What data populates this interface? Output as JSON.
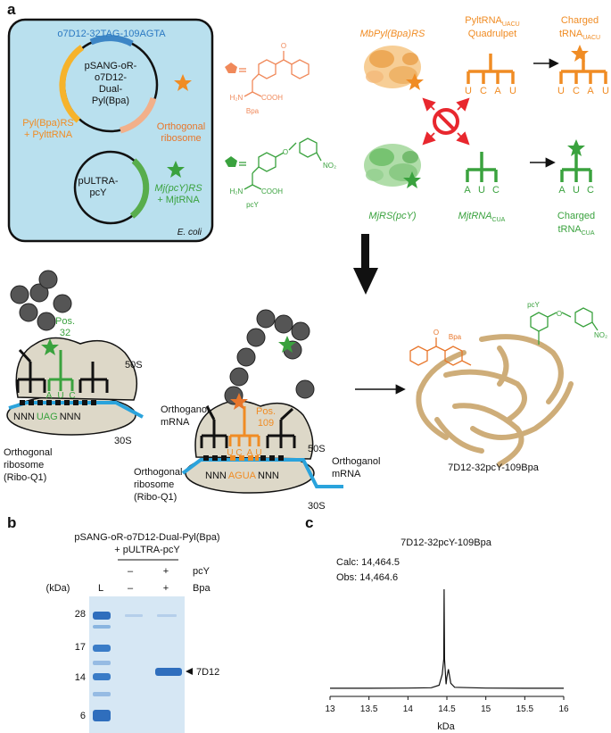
{
  "colors": {
    "orange": "#f08c24",
    "orange_dark": "#e8762b",
    "green": "#3aa23e",
    "blue": "#2aa3dc",
    "cell_bg": "#b9e0ee",
    "ribosome": "#ddd8c8",
    "gel_band": "#2f6ebd",
    "gel_bg": "#d6e7f4"
  },
  "panel_a": {
    "letter": "a",
    "plasmid1_top": "o7D12-32TAG-109AGTA",
    "plasmid1_name": [
      "pSANG-oR-",
      "o7D12-",
      "Dual-",
      "Pyl(Bpa)"
    ],
    "pyl_rs_label": [
      "Pyl(Bpa)RS",
      "+ PylttRNA"
    ],
    "orth_ribosome_label": [
      "Orthogonal",
      "ribosome"
    ],
    "plasmid2_name": [
      "pULTRA-",
      "pcY"
    ],
    "mj_label": [
      "Mj(pcY)RS",
      "+ MjtRNA"
    ],
    "ecoli": "E. coli",
    "bpa_label": "Bpa",
    "pcy_label": "pcY",
    "equals": "=",
    "mbpyl_label": "MbPyl(Bpa)RS",
    "pyltrna_label": [
      "PyltRNA",
      "UACU",
      "Quadrulpet"
    ],
    "charged_orange": [
      "Charged",
      "tRNA",
      "UACU"
    ],
    "ucau": [
      "U",
      "C",
      "A",
      "U"
    ],
    "mjrs_label": "MjRS(pcY)",
    "mjtrna_label": [
      "MjtRNA",
      "CUA"
    ],
    "charged_green": [
      "Charged",
      "tRNA",
      "CUA"
    ],
    "auc": [
      "A",
      "U",
      "C"
    ],
    "pos32": [
      "Pos.",
      "32"
    ],
    "pos109": [
      "Pos.",
      "109"
    ],
    "s50": "50S",
    "s30": "30S",
    "mrna1_seq": [
      "NNN",
      "UAG",
      "NNN"
    ],
    "mrna2_seq": [
      "NNN",
      "AGUA",
      "NNN"
    ],
    "orth_mrna": [
      "Orthoganol",
      "mRNA"
    ],
    "orth_ribo_q1": [
      "Orthogonal",
      "ribosome",
      "(Ribo-Q1)"
    ],
    "product_name": "7D12-32pcY-109Bpa",
    "structure_bpa": "Bpa",
    "structure_pcy": "pcY",
    "no2": "NO",
    "cooh": "COOH",
    "h2n": "H₂N",
    "nh2": "H₂N",
    "no2_sub": "NO₂"
  },
  "panel_b": {
    "letter": "b",
    "title": [
      "pSANG-oR-o7D12-Dual-Pyl(Bpa)",
      "+ pULTRA-pcY"
    ],
    "kda_label": "(kDa)",
    "lane_L": "L",
    "row_pcy": {
      "name": "pcY",
      "lane1": "–",
      "lane2": "+"
    },
    "row_bpa": {
      "name": "Bpa",
      "lane1": "–",
      "lane2": "+"
    },
    "markers": [
      "28",
      "17",
      "14",
      "6"
    ],
    "band_label": "7D12"
  },
  "panel_c": {
    "letter": "c",
    "title": "7D12-32pcY-109Bpa",
    "calc": "Calc: 14,464.5",
    "obs": "Obs: 14,464.6",
    "xlabel": "kDa",
    "x_ticks": [
      "13",
      "13.5",
      "14",
      "14.5",
      "15",
      "15.5",
      "16"
    ]
  },
  "chart_data": {
    "type": "line",
    "title": "7D12-32pcY-109Bpa",
    "xlabel": "kDa",
    "ylabel": "",
    "xlim": [
      13,
      16
    ],
    "x": [
      13.0,
      13.5,
      14.0,
      14.3,
      14.4,
      14.44,
      14.46,
      14.4646,
      14.47,
      14.49,
      14.5,
      14.52,
      14.55,
      14.6,
      15.0,
      15.5,
      16.0
    ],
    "series": [
      {
        "values": [
          0.01,
          0.01,
          0.012,
          0.015,
          0.04,
          0.15,
          0.3,
          1.0,
          0.3,
          0.05,
          0.12,
          0.2,
          0.06,
          0.02,
          0.012,
          0.01,
          0.01
        ]
      }
    ],
    "annotations": [
      "Calc: 14,464.5",
      "Obs: 14,464.6"
    ]
  }
}
